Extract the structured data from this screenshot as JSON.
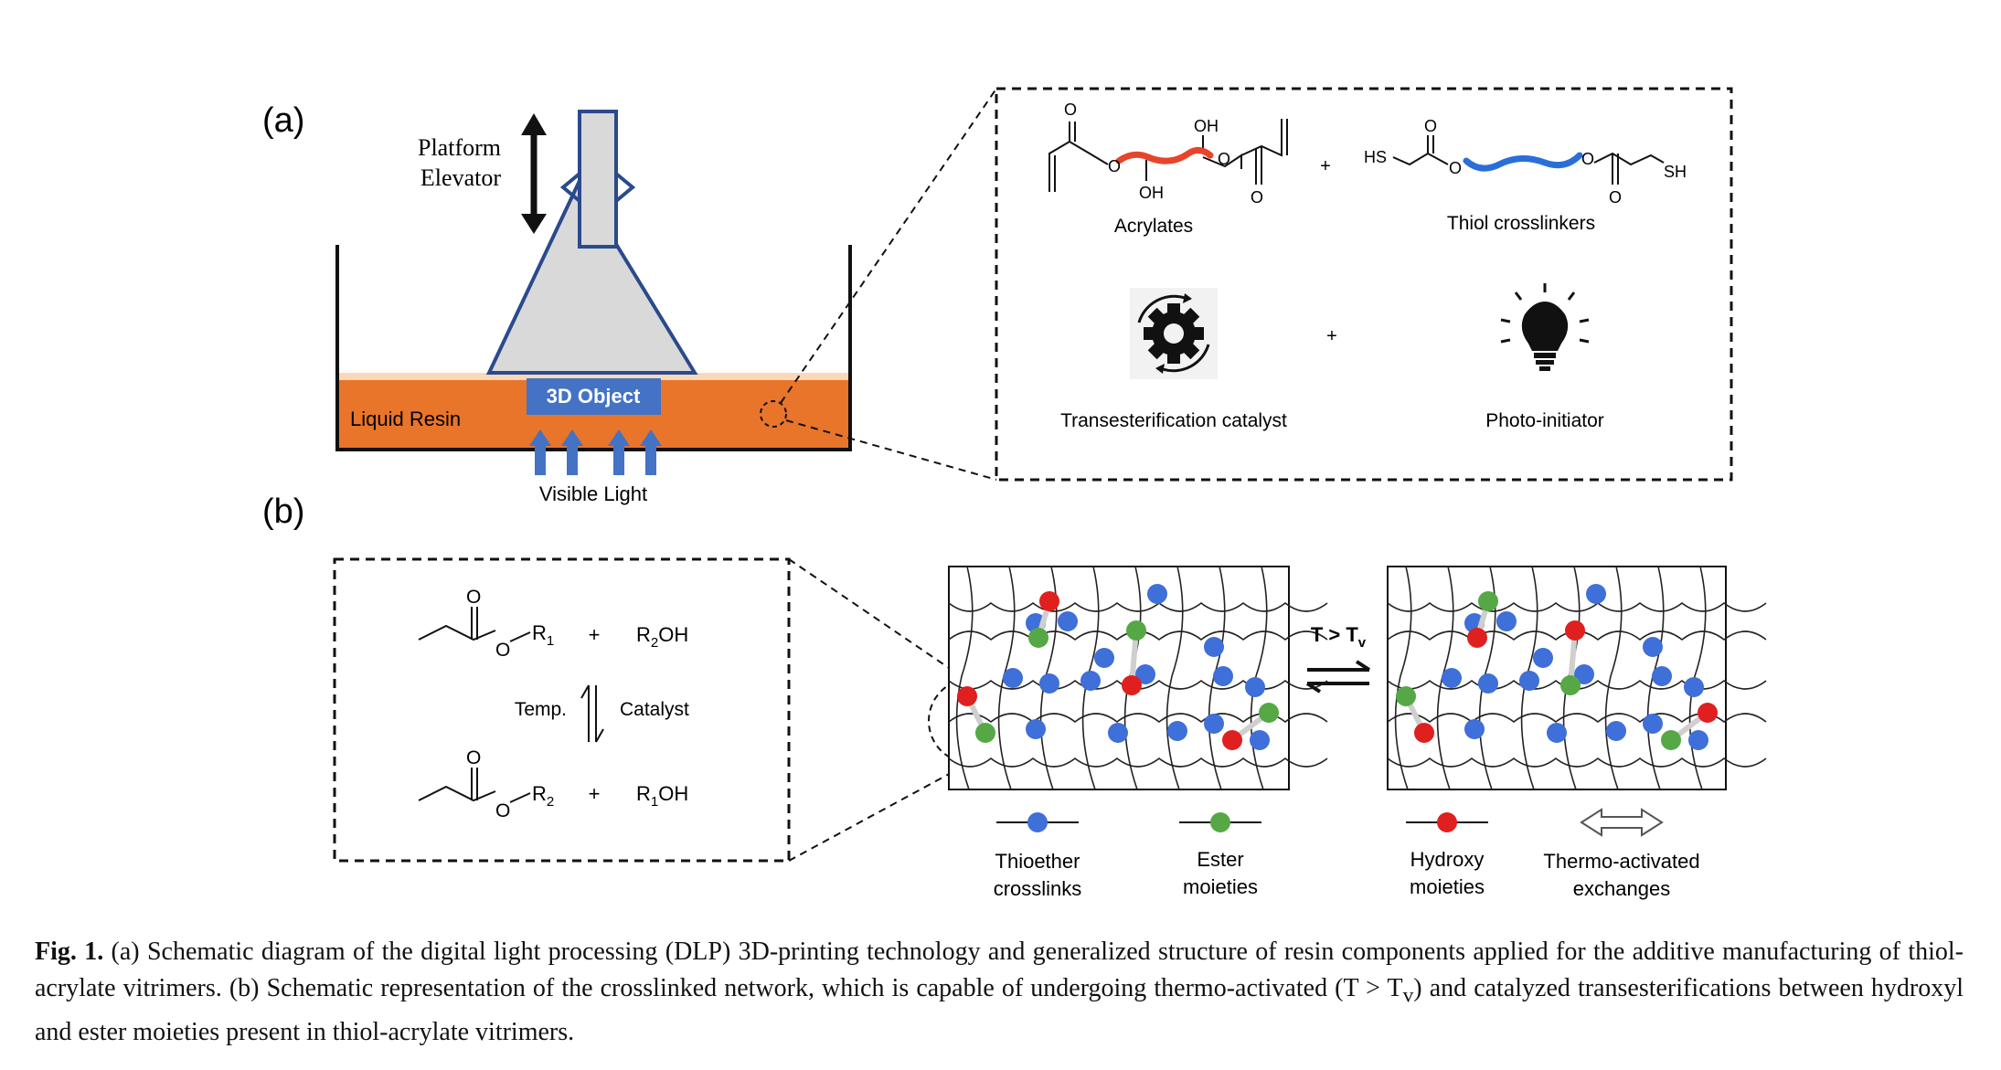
{
  "panel_a": {
    "label": "(a)",
    "platform_line1": "Platform",
    "platform_line2": "Elevator",
    "object_label": "3D Object",
    "resin_label": "Liquid Resin",
    "light_label": "Visible Light",
    "acrylates_label": "Acrylates",
    "thiol_label": "Thiol crosslinkers",
    "catalyst_label": "Transesterification catalyst",
    "photo_label": "Photo-initiator",
    "plus": "+",
    "oh": "OH",
    "o": "O",
    "hs": "HS",
    "sh": "SH"
  },
  "panel_b": {
    "label": "(b)",
    "r1": "R",
    "sub1": "1",
    "r2": "R",
    "sub2": "2",
    "oh": "OH",
    "o": "O",
    "plus": "+",
    "temp": "Temp.",
    "catalyst": "Catalyst",
    "arrow_t": "T > T",
    "arrow_sub": "v",
    "legend": {
      "thioether_l1": "Thioether",
      "thioether_l2": "crosslinks",
      "ester_l1": "Ester",
      "ester_l2": "moieties",
      "hydroxy_l1": "Hydroxy",
      "hydroxy_l2": "moieties",
      "thermo_l1": "Thermo-activated",
      "thermo_l2": "exchanges"
    }
  },
  "colors": {
    "resin": "#e8752a",
    "object": "#4472c4",
    "light_arrow": "#4472c4",
    "cone": "#d9d9d9",
    "thioether": "#3f6fd8",
    "ester": "#55a845",
    "hydroxy": "#e01f1f",
    "acrylate_chain": "#e8442a",
    "thiol_chain": "#2a6fd8"
  },
  "caption": {
    "label": "Fig. 1.",
    "text": "(a) Schematic diagram of the digital light processing (DLP) 3D-printing technology and generalized structure of resin components applied for the additive manufacturing of thiol-acrylate vitrimers. (b) Schematic representation of the crosslinked network, which is capable of undergoing thermo-activated (T > T",
    "text_sub": "v",
    "text_end": ") and catalyzed transesterifications between hydroxyl and ester moieties present in thiol-acrylate vitrimers."
  }
}
